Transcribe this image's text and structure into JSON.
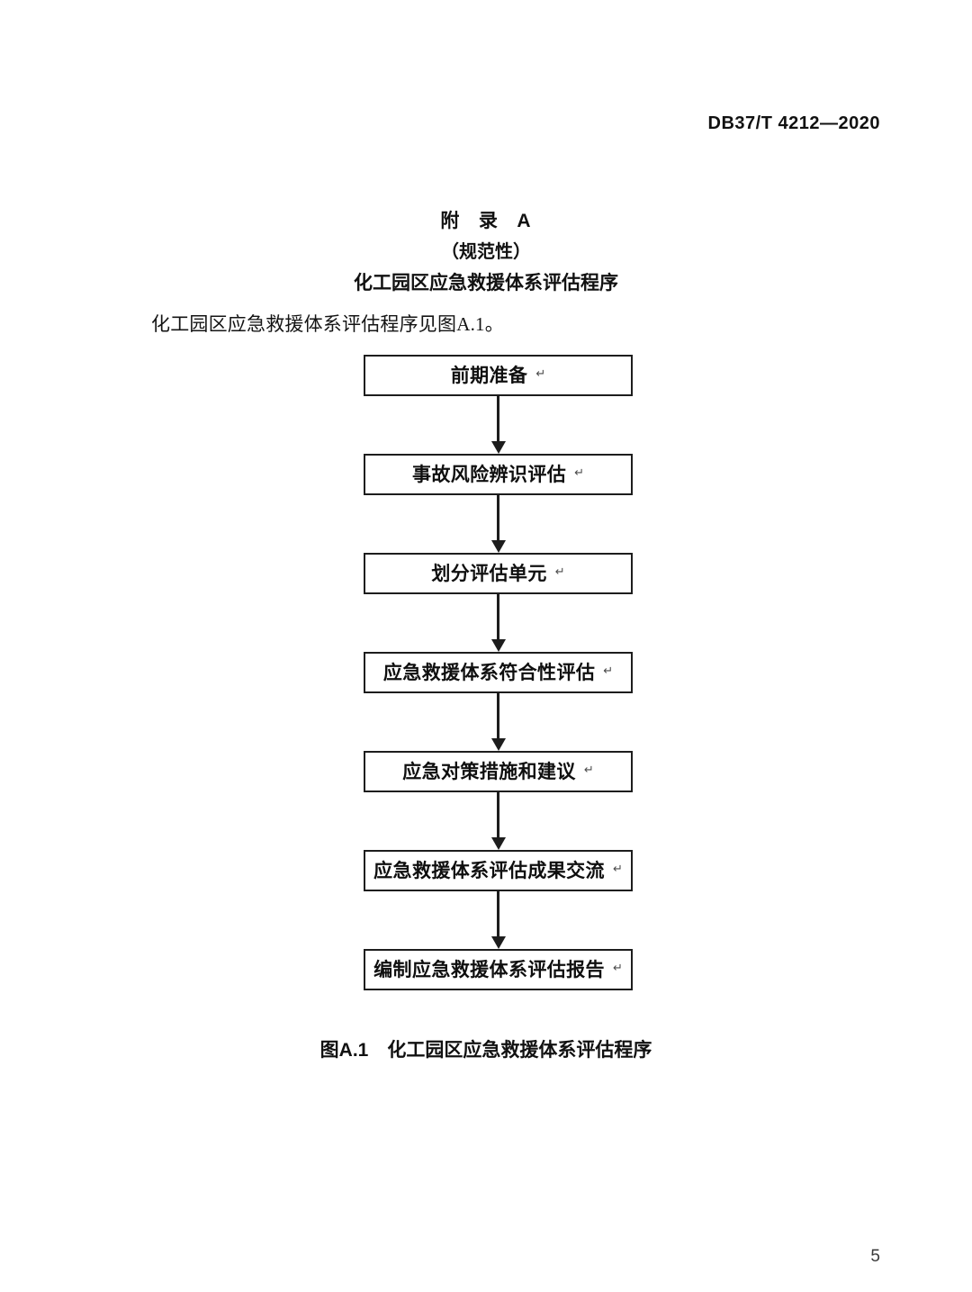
{
  "header": {
    "standard_number": "DB37/T 4212—2020"
  },
  "annex": {
    "label": "附   录   A",
    "kind": "（规范性）",
    "title": "化工园区应急救援体系评估程序"
  },
  "body": {
    "paragraph": "化工园区应急救援体系评估程序见图A.1。"
  },
  "flowchart": {
    "return_mark": "↵",
    "nodes": [
      {
        "id": "node-1",
        "label": "前期准备"
      },
      {
        "id": "node-2",
        "label": "事故风险辨识评估"
      },
      {
        "id": "node-3",
        "label": "划分评估单元"
      },
      {
        "id": "node-4",
        "label": "应急救援体系符合性评估"
      },
      {
        "id": "node-5",
        "label": "应急对策措施和建议"
      },
      {
        "id": "node-6",
        "label": "应急救援体系评估成果交流"
      },
      {
        "id": "node-7",
        "label": "编制应急救援体系评估报告"
      }
    ]
  },
  "figure": {
    "caption": "图A.1　化工园区应急救援体系评估程序"
  },
  "footer": {
    "page_number": "5"
  },
  "colors": {
    "text": "#111111",
    "box_border": "#1d1d1d",
    "arrow": "#1d1d1d",
    "page_background": "#ffffff"
  }
}
